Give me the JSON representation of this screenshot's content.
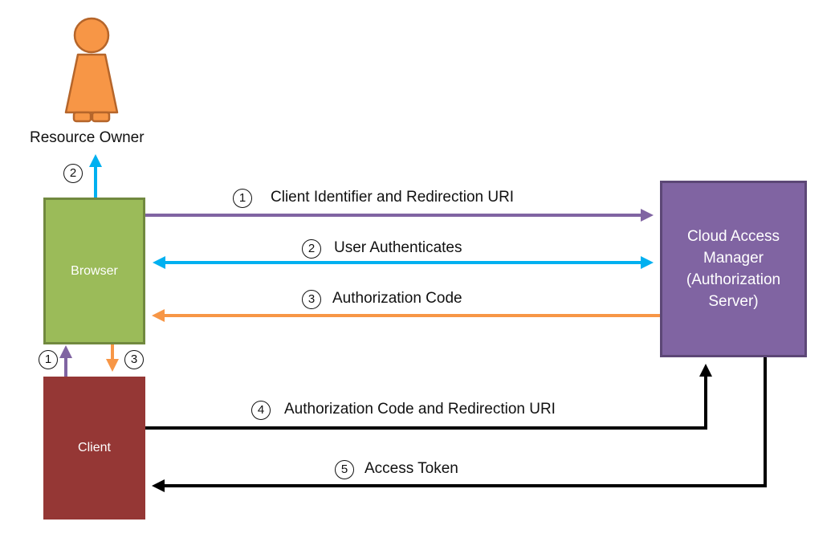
{
  "actors": {
    "resource_owner": {
      "label": "Resource Owner",
      "icon": "person-icon",
      "color": "#f79646"
    }
  },
  "nodes": {
    "browser": {
      "label": "Browser",
      "color": "#9bbb59"
    },
    "client": {
      "label": "Client",
      "color": "#953735"
    },
    "cloud_access_manager": {
      "label": "Cloud Access Manager (Authorization Server)",
      "color": "#8064a2"
    }
  },
  "flows": [
    {
      "step": "1",
      "label": "Client Identifier and Redirection URI",
      "color": "#8064a2"
    },
    {
      "step": "2",
      "label": "User Authenticates",
      "color": "#00b0f0"
    },
    {
      "step": "3",
      "label": "Authorization Code",
      "color": "#f79646"
    },
    {
      "step": "4",
      "label": "Authorization Code and Redirection URI",
      "color": "#000000"
    },
    {
      "step": "5",
      "label": "Access Token",
      "color": "#000000"
    }
  ],
  "vertical_steps": {
    "browser_to_owner": "2",
    "client_to_browser": "1",
    "browser_to_client": "3"
  }
}
